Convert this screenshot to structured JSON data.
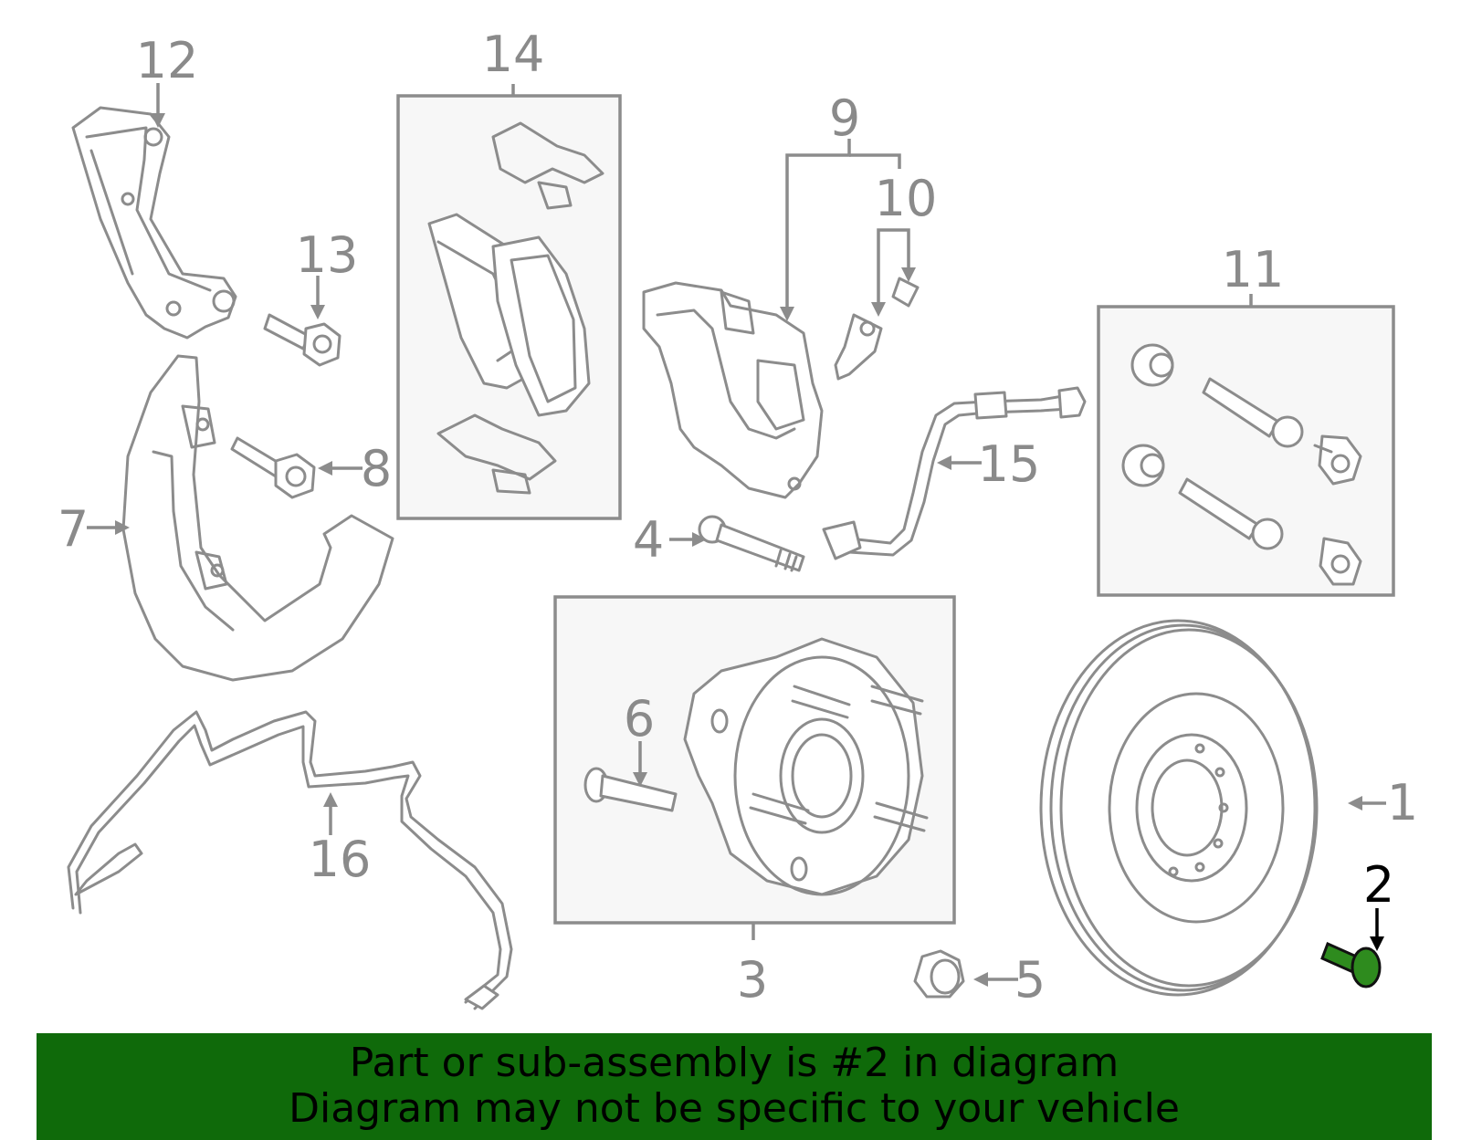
{
  "callouts": [
    {
      "id": "1",
      "label": "1"
    },
    {
      "id": "2",
      "label": "2",
      "highlighted": true
    },
    {
      "id": "3",
      "label": "3"
    },
    {
      "id": "4",
      "label": "4"
    },
    {
      "id": "5",
      "label": "5"
    },
    {
      "id": "6",
      "label": "6"
    },
    {
      "id": "7",
      "label": "7"
    },
    {
      "id": "8",
      "label": "8"
    },
    {
      "id": "9",
      "label": "9"
    },
    {
      "id": "10",
      "label": "10"
    },
    {
      "id": "11",
      "label": "11"
    },
    {
      "id": "12",
      "label": "12"
    },
    {
      "id": "13",
      "label": "13"
    },
    {
      "id": "14",
      "label": "14"
    },
    {
      "id": "15",
      "label": "15"
    },
    {
      "id": "16",
      "label": "16"
    }
  ],
  "banner": {
    "line1": "Part or sub-assembly is #2 in diagram",
    "line2": "Diagram may not be specific to your vehicle"
  },
  "colors": {
    "banner_bg": "#0f6a0a",
    "highlight_part": "#2e8b1e",
    "line_gray": "#8c8c8c"
  }
}
